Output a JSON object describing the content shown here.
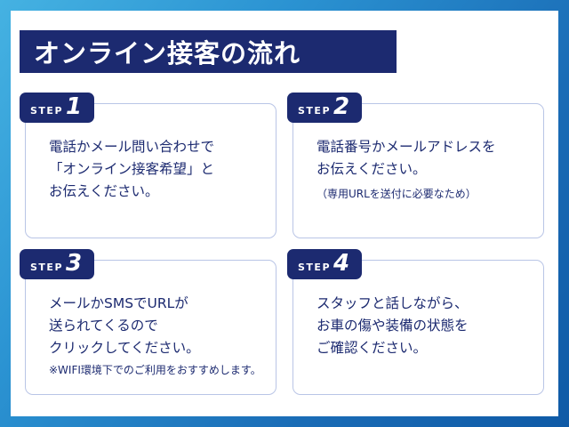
{
  "title": "オンライン接客の流れ",
  "steps": [
    {
      "label": "STEP",
      "number": "1",
      "lines": [
        "電話かメール問い合わせで",
        "「オンライン接客希望」と",
        "お伝えください。"
      ],
      "note": ""
    },
    {
      "label": "STEP",
      "number": "2",
      "lines": [
        "電話番号かメールアドレスを",
        "お伝えください。"
      ],
      "note": "（専用URLを送付に必要なため）"
    },
    {
      "label": "STEP",
      "number": "3",
      "lines": [
        "メールかSMSでURLが",
        "送られてくるので",
        "クリックしてください。"
      ],
      "note": "※WIFI環境下でのご利用をおすすめします。"
    },
    {
      "label": "STEP",
      "number": "4",
      "lines": [
        "スタッフと話しながら、",
        "お車の傷や装備の状態を",
        "ご確認ください。"
      ],
      "note": ""
    }
  ],
  "colors": {
    "navy": "#1c2a70",
    "background_gradient_start": "#45b2e2",
    "background_gradient_end": "#0f5aa6",
    "card_border": "#b9c5e6"
  }
}
